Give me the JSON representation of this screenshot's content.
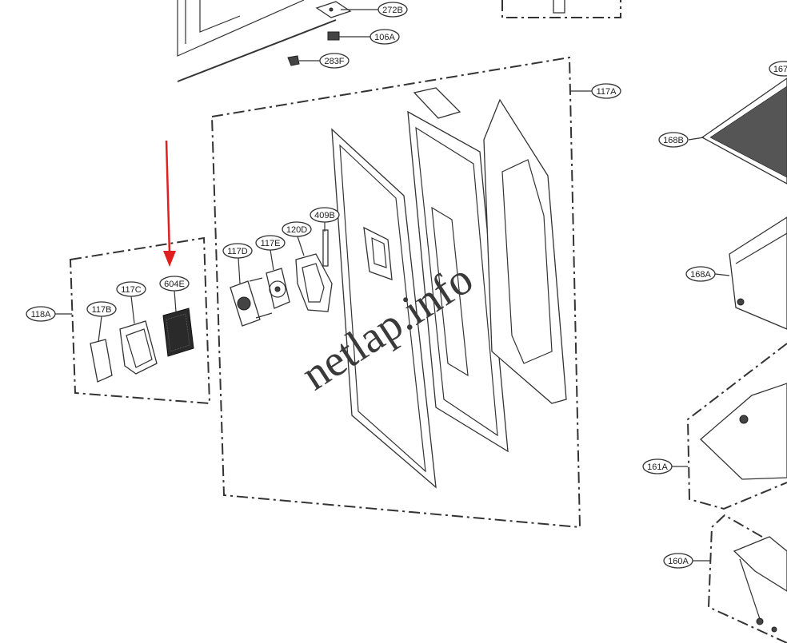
{
  "callouts": {
    "c272B": "272B",
    "c106A": "106A",
    "c283F": "283F",
    "c117A": "117A",
    "c167": "167",
    "c168B": "168B",
    "c168A": "168A",
    "c409B": "409B",
    "c120D": "120D",
    "c117E": "117E",
    "c117D": "117D",
    "c604E": "604E",
    "c117C": "117C",
    "c117B": "117B",
    "c118A": "118A",
    "c161A": "161A",
    "c160A": "160A"
  },
  "watermark": "netlap.info",
  "colors": {
    "arrow": "#e02020",
    "line": "#333333",
    "background": "#ffffff"
  }
}
